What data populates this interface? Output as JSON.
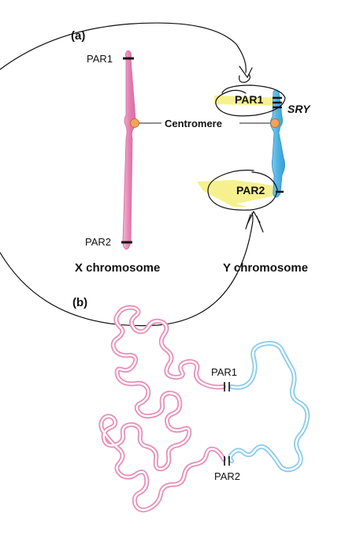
{
  "panel_a": {
    "label": "(a)",
    "x_chromosome": {
      "name": "X chromosome",
      "par1": "PAR1",
      "par2": "PAR2",
      "color": "#e98cb8"
    },
    "y_chromosome": {
      "name": "Y chromosome",
      "par1": "PAR1",
      "par2": "PAR2",
      "sry": "SRY",
      "color": "#5bb8e6"
    },
    "centromere": "Centromere",
    "highlight_color": "#f5ef7a"
  },
  "panel_b": {
    "label": "(b)",
    "par1": "PAR1",
    "par2": "PAR2",
    "x_strand_color": "#f2a9c9",
    "y_strand_color": "#9fd6f0"
  }
}
